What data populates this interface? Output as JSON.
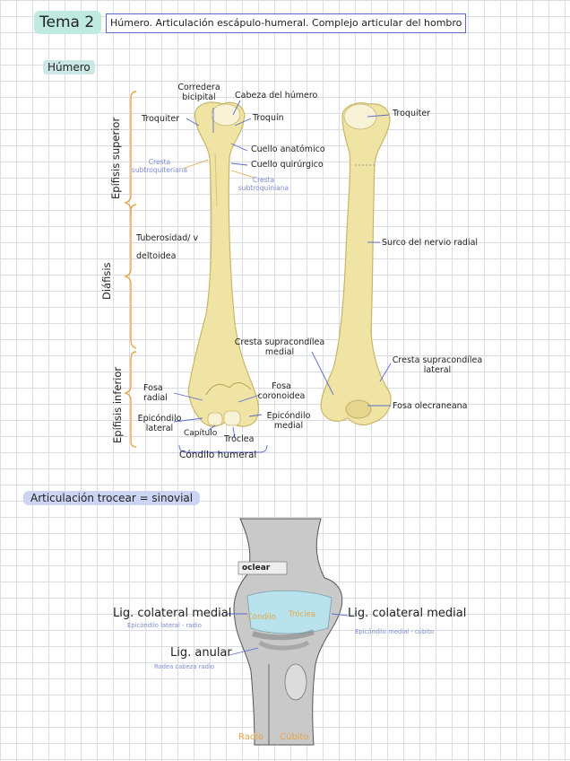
{
  "header": {
    "topic": "Tema 2",
    "subject": "Húmero. Articulación escápulo-humeral. Complejo articular del hombro"
  },
  "humero": {
    "section_title": "Húmero",
    "regions": {
      "epifisis_superior": "Epífisis superior",
      "diafisis": "Diáfisis",
      "epifisis_inferior": "Epífisis inferior"
    },
    "labels": {
      "corredera_bicipital": "Corredera bicipital",
      "cabeza_humero": "Cabeza del húmero",
      "troquiter_left": "Troquiter",
      "troquin": "Troquín",
      "cuello_anatomico": "Cuello anatómico",
      "cuello_quirurgico": "Cuello quirúrgico",
      "cresta_subtroquiteriana": "Cresta subtroquiteriana",
      "cresta_subtroquiniana": "Cresta subtroquiniana",
      "tuberosidad_deltoidea": "Tuberosidad/ v deltoidea",
      "troquiter_right": "Troquiter",
      "surco_nervio_radial": "Surco del nervio radial",
      "cresta_supracondilea_medial": "Cresta supracondílea medial",
      "cresta_supracondilea_lateral": "Cresta supracondílea lateral",
      "fosa_radial": "Fosa radial",
      "fosa_coronoidea": "Fosa coronoidea",
      "fosa_olecraneana": "Fosa olecraneana",
      "epicondilo_lateral": "Epicóndilo lateral",
      "capitulo": "Capítulo",
      "troclea": "Tróclea",
      "epicondilo_medial": "Epicóndilo medial",
      "condilo_humeral": "Cóndilo humeral"
    }
  },
  "articulacion": {
    "section_title": "Articulación trocear = sinovial",
    "image_text": "oclear",
    "labels": {
      "lig_colateral_medial_left": "Lig. colateral medial",
      "epicondilo_lateral_radio": "Epicóndilo lateral - radio",
      "condilo": "Cóndilo",
      "troclea": "Tróclea",
      "lig_colateral_medial_right": "Lig. colateral medial",
      "epicondilo_medial_cubito": "Epicóndilo medial - cúbito",
      "lig_anular": "Lig. anular",
      "rodea_cabeza_radio": "Rodea cabeza radio",
      "radio": "Radio",
      "cubito": "Cúbito"
    }
  },
  "colors": {
    "bone": "#f0e4a4",
    "bone_edge": "#c9b56a",
    "bracket": "#e6a64a",
    "accent_blue": "#7a8ad8",
    "highlight_teal": "#bfeadf",
    "highlight_lavender": "#ccd4f3"
  }
}
